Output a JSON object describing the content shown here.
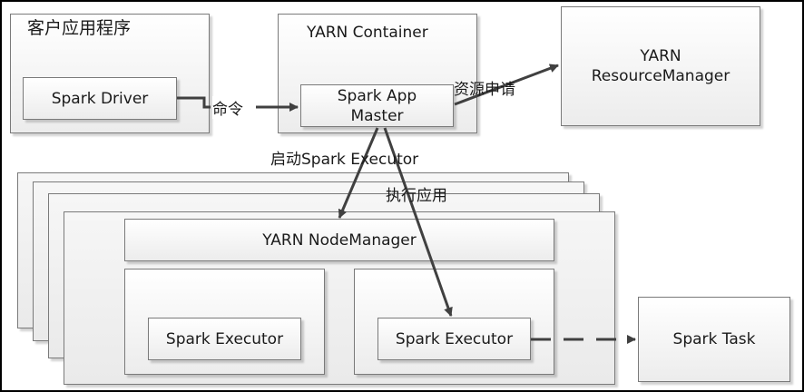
{
  "client_app": {
    "title": "客户应用程序",
    "driver": "Spark Driver"
  },
  "yarn_container": {
    "title": "YARN Container",
    "app_master_line1": "Spark App",
    "app_master_line2": "Master"
  },
  "resource_manager": {
    "line1": "YARN",
    "line2": "ResourceManager"
  },
  "node": {
    "node_manager": "YARN NodeManager",
    "executor_left": "Spark Executor",
    "executor_right": "Spark Executor"
  },
  "spark_task": "Spark Task",
  "edges": {
    "command": "命令",
    "resource_request": "资源申请",
    "launch_executor": "启动Spark Executor",
    "execute_app": "执行应用"
  },
  "colors": {
    "stroke": "#404040",
    "box_border": "#7a7a7a"
  }
}
